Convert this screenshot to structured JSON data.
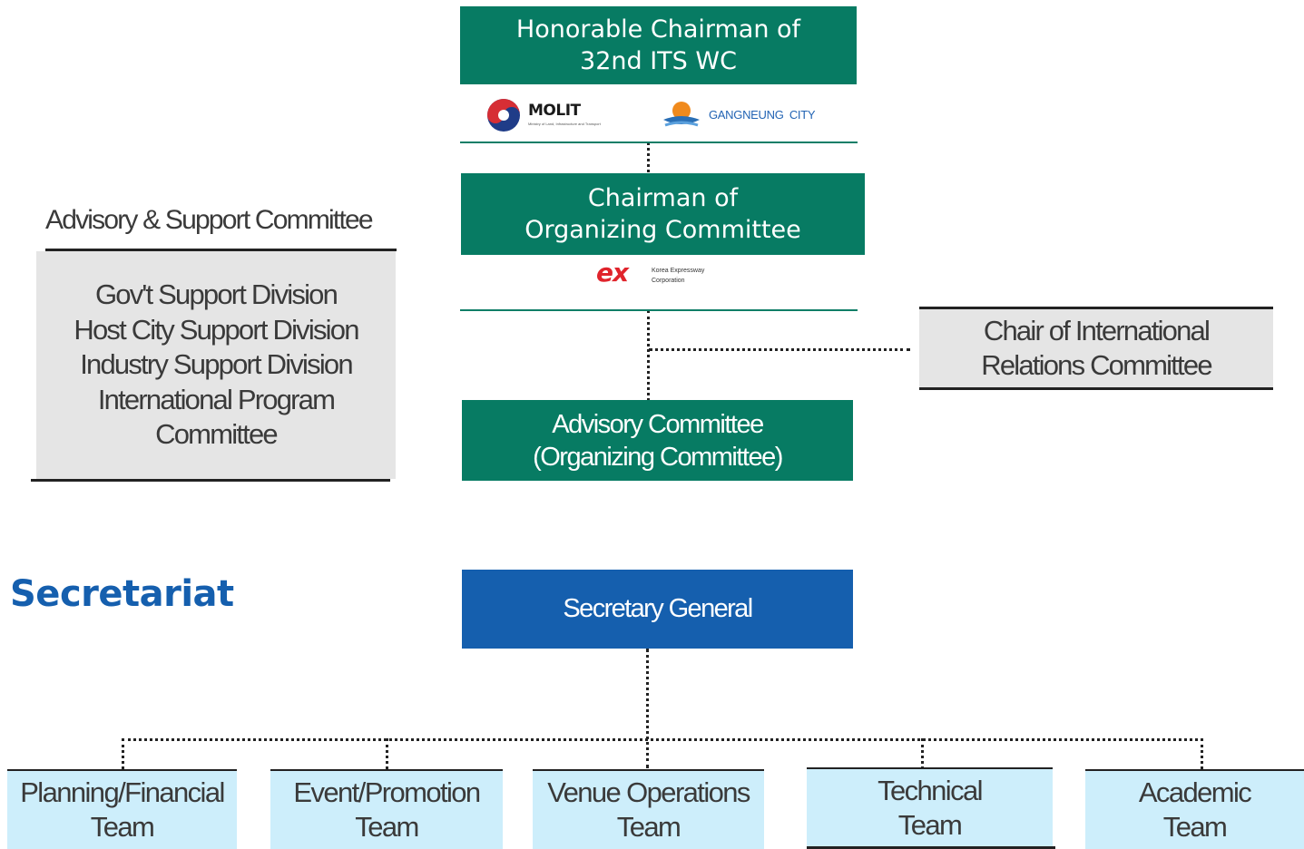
{
  "honorable": {
    "line1": "Honorable Chairman of",
    "line2": "32nd ITS WC"
  },
  "logos": {
    "molit": "MOLIT",
    "molit_sub": "Ministry of Land, Infrastructure and Transport",
    "gangneung": "GANGNEUNG CITY",
    "ex_mark": "ex",
    "ex_line1": "Korea Expressway",
    "ex_line2": "Corporation"
  },
  "chairman": {
    "line1": "Chairman of",
    "line2": "Organizing Committee"
  },
  "advisory_support": {
    "title": "Advisory & Support Committee",
    "items": [
      "Gov't Support Division",
      "Host City Support Division",
      "Industry Support Division",
      "International Program",
      "Committee"
    ]
  },
  "international": {
    "line1": "Chair of International",
    "line2": "Relations Committee"
  },
  "advisory": {
    "line1": "Advisory Committee",
    "line2": "(Organizing Committee)"
  },
  "secretariat": {
    "title": "Secretariat",
    "general": "Secretary General"
  },
  "teams": [
    {
      "line1": "Planning/Financial",
      "line2": "Team"
    },
    {
      "line1": "Event/Promotion",
      "line2": "Team"
    },
    {
      "line1": "Venue Operations",
      "line2": "Team"
    },
    {
      "line1": "Technical",
      "line2": "Team"
    },
    {
      "line1": "Academic",
      "line2": "Team"
    }
  ],
  "colors": {
    "committee_green": "#077b63",
    "secretary_blue": "#155fae",
    "support_gray": "#e5e5e5",
    "team_blue": "#cdeefb"
  }
}
